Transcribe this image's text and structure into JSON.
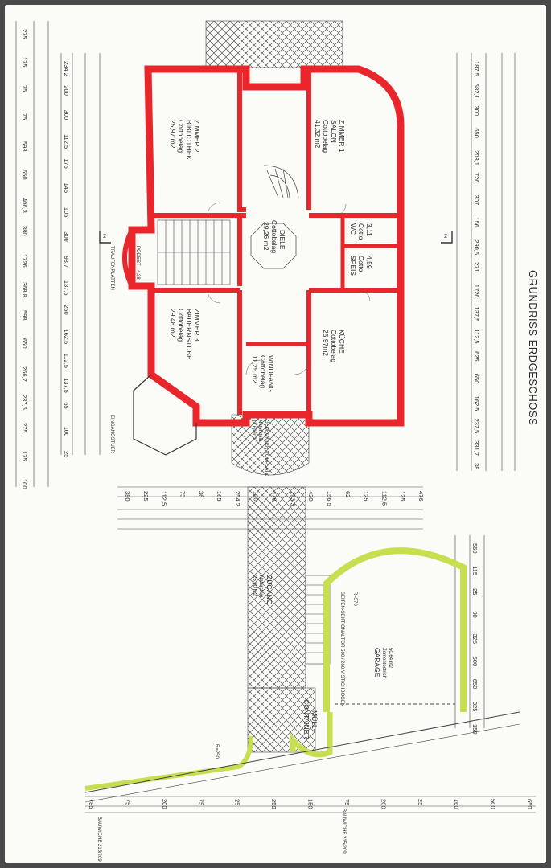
{
  "colors": {
    "wall": "#e8262c",
    "garage_wall": "#c6de4f",
    "line": "#333333",
    "hatch": "#555555"
  },
  "title": "GRUNDRISS ERDGESCHOSS",
  "section_marks": [
    "2",
    "2"
  ],
  "rooms": [
    {
      "name": "ZIMMER 2",
      "line2": "BIBLIOTHEK",
      "floor": "Cottobelag",
      "area": "25,97 m2"
    },
    {
      "name": "ZIMMER 1",
      "line2": "SALON",
      "floor": "Cottobelag",
      "area": "41,32 m2"
    },
    {
      "name": "DIELE",
      "line2": "",
      "floor": "Cottobelag",
      "area": "29,26 m2"
    },
    {
      "name": "PODEST",
      "line2": "",
      "floor": "",
      "area": "4,38"
    },
    {
      "name": "WC",
      "line2": "",
      "floor": "Cotto",
      "area": "3,11"
    },
    {
      "name": "SPEIS",
      "line2": "",
      "floor": "Cotto",
      "area": "4,59"
    },
    {
      "name": "ZIMMER 3",
      "line2": "BAUERNSTUBE",
      "floor": "Cottobelag",
      "area": "29,48 m2"
    },
    {
      "name": "WINDFANG",
      "line2": "",
      "floor": "Cottobelag",
      "area": "11,25 m2"
    },
    {
      "name": "KÜCHE",
      "line2": "",
      "floor": "Cottobelag",
      "area": "25,97m2"
    },
    {
      "name": "GEDECKTER VORPLATZ",
      "line2": "",
      "floor": "Naturstein",
      "area": "11,60 m2"
    },
    {
      "name": "ZUGANG",
      "line2": "",
      "floor": "Naturstein",
      "area": "25,30 m2"
    },
    {
      "name": "GARAGE",
      "line2": "",
      "floor": "Zementestrich",
      "area": "50,64 m2"
    },
    {
      "name": "MÜLL-",
      "line2": "CONTAINER",
      "floor": "",
      "area": ""
    }
  ],
  "labels": {
    "radius_left": "R=250",
    "radius_garage": "R=570",
    "eingang": "EINGANGSTUER",
    "traufe": "TRAUFENPLATTEN",
    "garage_door": "SEITEN-SEKTIONALTOR 500 / 260 V STICHBOGEN",
    "bauwiche1": "BAUWICHE 215/209",
    "bauwiche2": "BAUWICHE 215/209"
  },
  "dims": {
    "left_top": [
      "275",
      "175",
      "75",
      "75",
      "598",
      "650",
      "406,3",
      "380",
      "1726",
      "368,8",
      "598",
      "650",
      "266,7",
      "237,5",
      "275",
      "175",
      "100"
    ],
    "left_mid": [
      "234,2",
      "200",
      "300",
      "112,5",
      "175",
      "145",
      "105",
      "300",
      "93,7",
      "137,5",
      "250",
      "162,5",
      "112,5",
      "137,5",
      "65",
      "100",
      "25"
    ],
    "right": [
      "187,5",
      "582,1",
      "300",
      "650",
      "203,1",
      "726",
      "307",
      "156",
      "290,6",
      "271",
      "1726",
      "137,5",
      "112,5",
      "625",
      "650",
      "162,5",
      "237,5",
      "331,7",
      "38"
    ],
    "middle": [
      "380",
      "225",
      "112,5",
      "75",
      "36",
      "165",
      "254,2",
      "100",
      "476",
      "293,3",
      "420",
      "156,5",
      "62",
      "125",
      "112,5",
      "125",
      "476"
    ],
    "garage_right": [
      "560",
      "115",
      "25",
      "90",
      "325",
      "600",
      "650",
      "325",
      "150"
    ],
    "bottom": [
      "785",
      "75",
      "200",
      "75",
      "25",
      "250",
      "150",
      "75",
      "200",
      "25",
      "160",
      "500",
      "650"
    ]
  }
}
